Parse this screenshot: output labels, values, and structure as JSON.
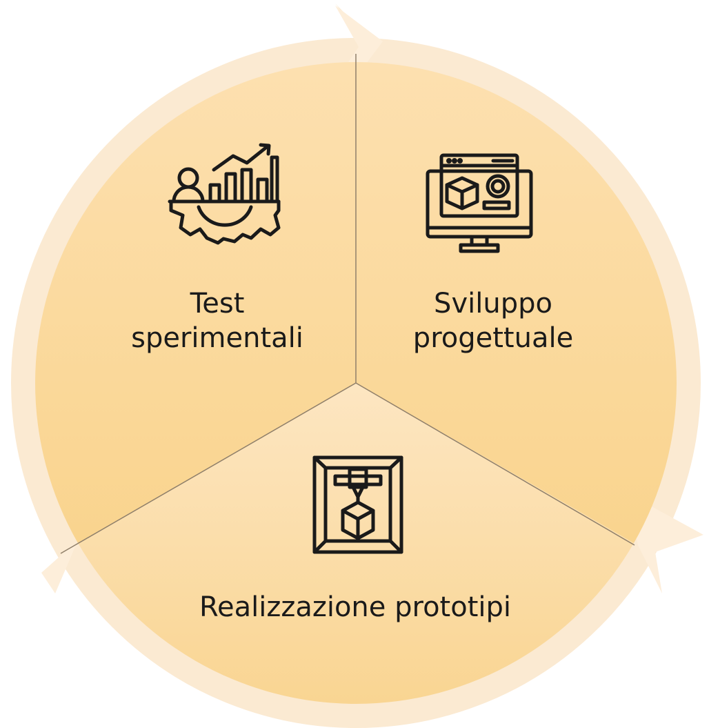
{
  "segments": [
    {
      "id": "test",
      "lines": [
        "Test",
        "sperimentali"
      ],
      "icon": "chart-gear-person-icon"
    },
    {
      "id": "sviluppo",
      "lines": [
        "Sviluppo",
        "progettuale"
      ],
      "icon": "monitor-cube-gear-icon"
    },
    {
      "id": "proto",
      "lines": [
        "Realizzazione prototipi"
      ],
      "icon": "3d-printer-icon"
    }
  ],
  "colors": {
    "ring": "#fbe8cc",
    "segment_top": "#fcdca8",
    "segment_bottom": "#f8d58f",
    "segment_proto_top": "#fde4bd",
    "divider": "#8f7f6a",
    "icon": "#1a1a1a"
  }
}
